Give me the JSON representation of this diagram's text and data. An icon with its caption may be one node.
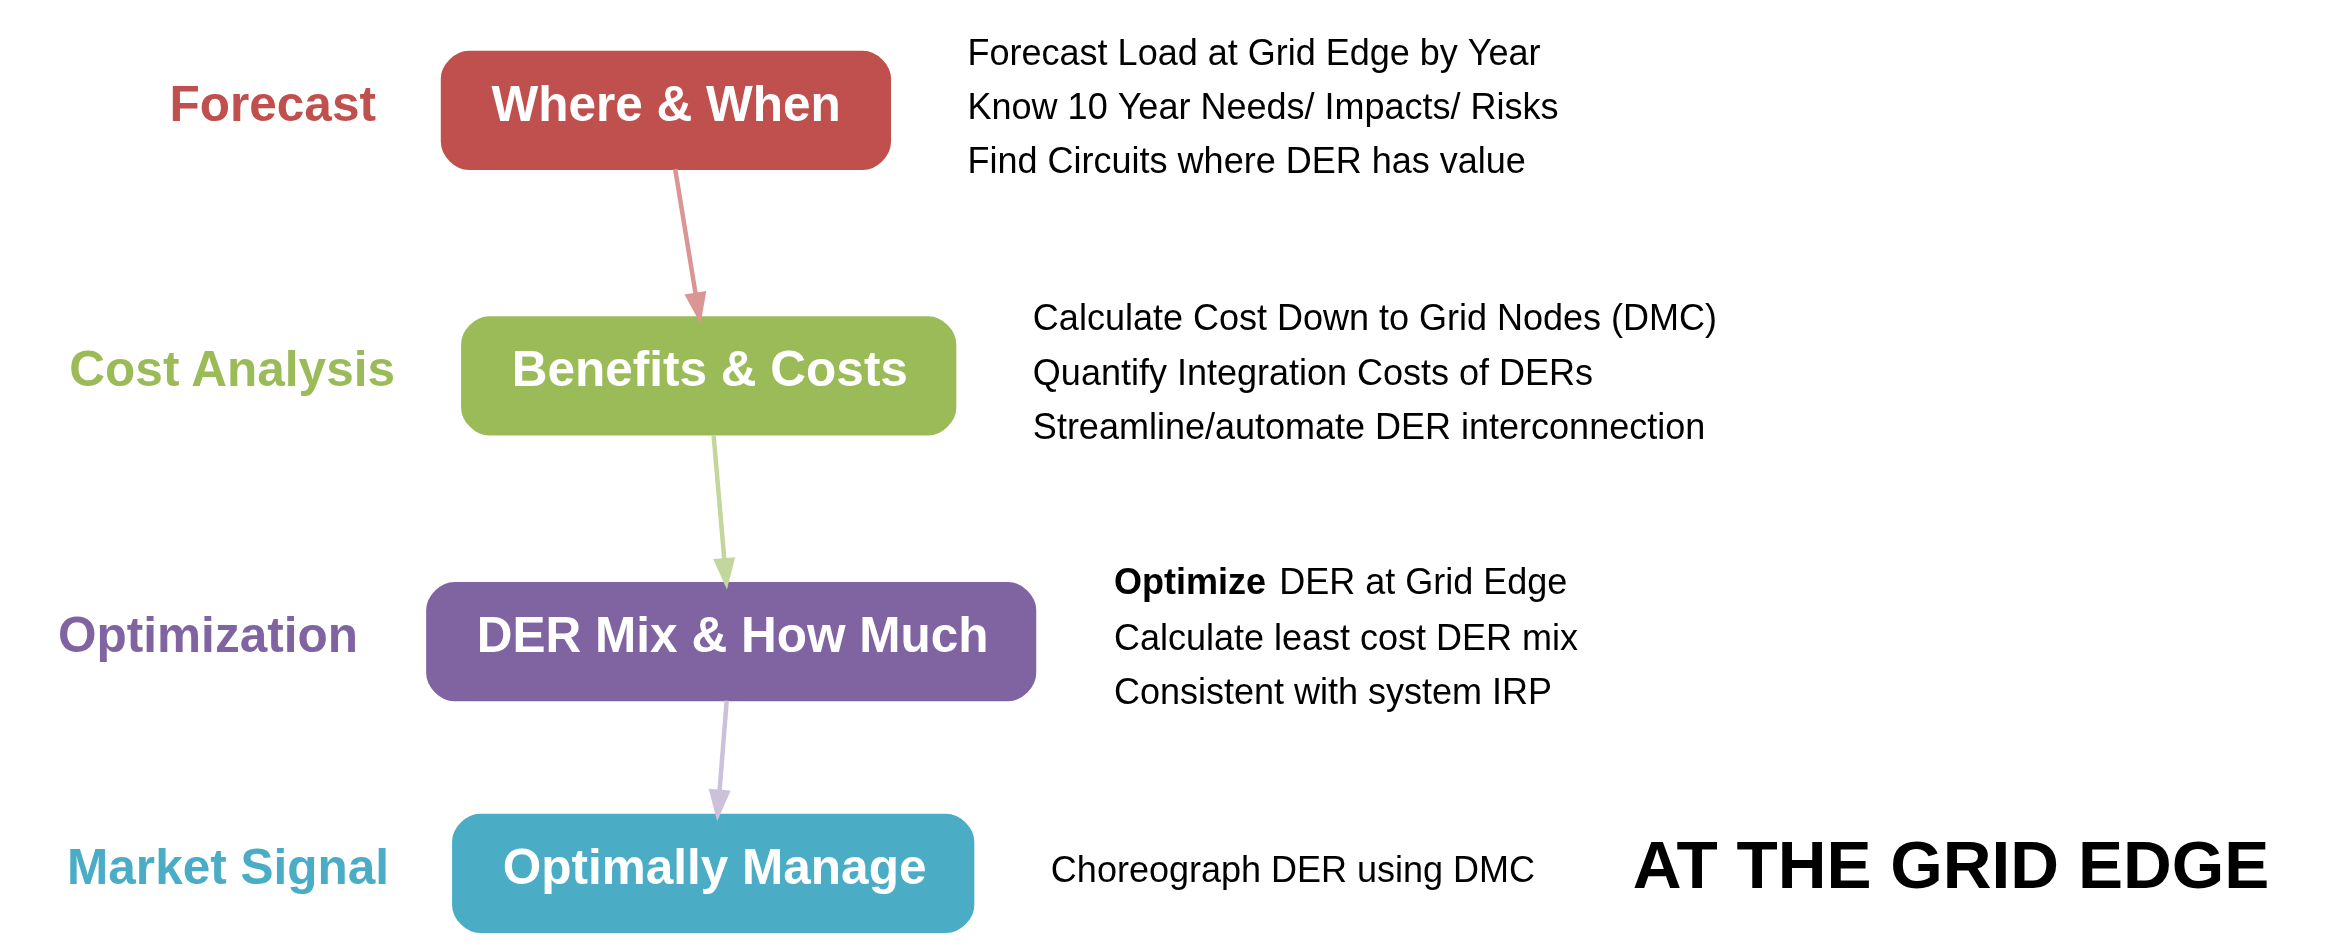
{
  "diagram": {
    "nodes": [
      {
        "text": [
          "Where & When"
        ],
        "beside": [
          "Forecast Load at Grid Edge by Year",
          "Know 10 Year Needs/ Impacts/ Risks",
          "Find Circuits where DER has value"
        ]
      },
      {
        "text": [
          "Benefits & Costs"
        ],
        "beside": [
          "Calculate Cost Down to Grid Nodes (DMC)",
          "Quantify Integration Costs of DERs",
          "Streamline/automate DER interconnection"
        ]
      },
      {
        "text": [
          "DER Mix & How Much"
        ],
        "beside": [
          "**Optimize** DER at Grid Edge",
          "Calculate least cost DER mix",
          "Consistent with system IRP"
        ]
      },
      {
        "text": [
          "Optimally Manage"
        ],
        "beside": [
          "Choreograph DER using DMC"
        ]
      }
    ],
    "edges": [
      {
        "from": 0,
        "to": 1,
        "arrow": "to",
        "color": "#d99694"
      },
      {
        "from": 1,
        "to": 2,
        "arrow": "to",
        "color": "#c3d69b"
      },
      {
        "from": 2,
        "to": 3,
        "arrow": "to",
        "color": "#ccc1da"
      }
    ],
    "labels": [
      "Forecast",
      "Cost Analysis",
      "Optimization",
      "Market Signal",
      "AT THE GRID EDGE"
    ]
  }
}
